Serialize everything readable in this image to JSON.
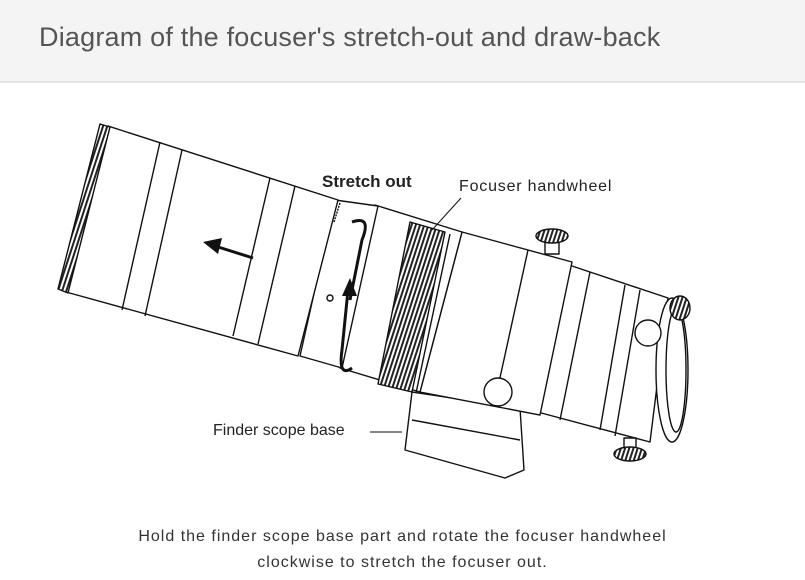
{
  "header": {
    "title": "Diagram of the focuser's stretch-out and draw-back"
  },
  "diagram": {
    "labels": {
      "stretch_out": "Stretch out",
      "focuser_handwheel": "Focuser handwheel",
      "finder_scope_base": "Finder scope base"
    }
  },
  "caption": {
    "line1": "Hold the finder scope base part and rotate the focuser handwheel",
    "line2": "clockwise to stretch the focuser out."
  }
}
